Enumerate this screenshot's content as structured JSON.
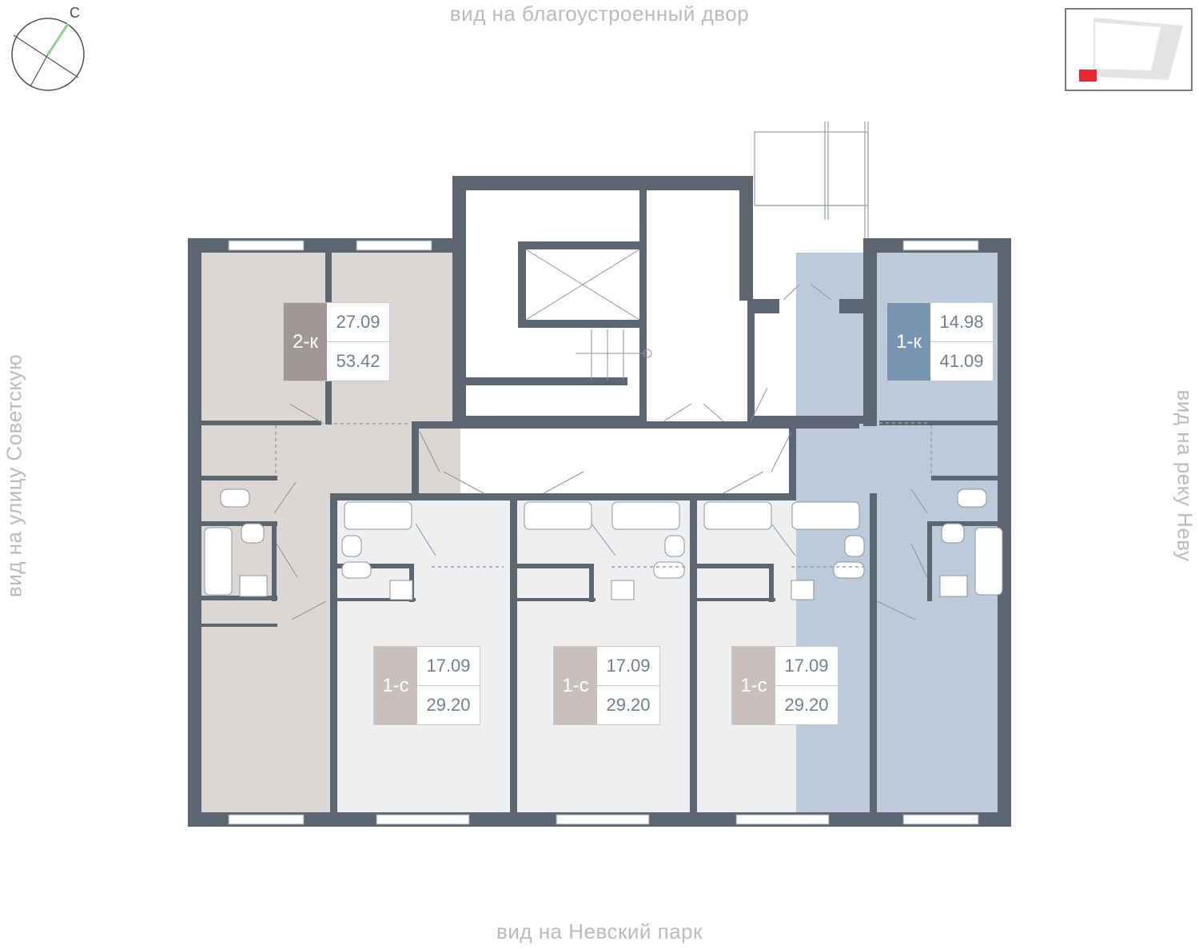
{
  "views": {
    "top": "вид на благоустроенный двор",
    "bottom": "вид на Невский парк",
    "left": "вид на улицу Советскую",
    "right": "вид на реку Неву"
  },
  "compass": {
    "north_label": "С",
    "north_color": "#8fd18f"
  },
  "apartments": [
    {
      "type": "2-к",
      "living_area": "27.09",
      "total_area": "53.42",
      "fill": "#dcd7d5",
      "tag_color": "#a09896"
    },
    {
      "type": "1-с",
      "living_area": "17.09",
      "total_area": "29.20",
      "fill": "#eeeff1",
      "tag_color": "#c7c0bd"
    },
    {
      "type": "1-с",
      "living_area": "17.09",
      "total_area": "29.20",
      "fill": "#eeeff1",
      "tag_color": "#c7c0bd"
    },
    {
      "type": "1-с",
      "living_area": "17.09",
      "total_area": "29.20",
      "fill": "#eeeff1",
      "tag_color": "#c7c0bd"
    },
    {
      "type": "1-к",
      "living_area": "14.98",
      "total_area": "41.09",
      "fill": "#bccbd9",
      "tag_color": "#7896b1"
    }
  ],
  "colors": {
    "wall": "#5b6670",
    "highlight": "#e8282d"
  }
}
